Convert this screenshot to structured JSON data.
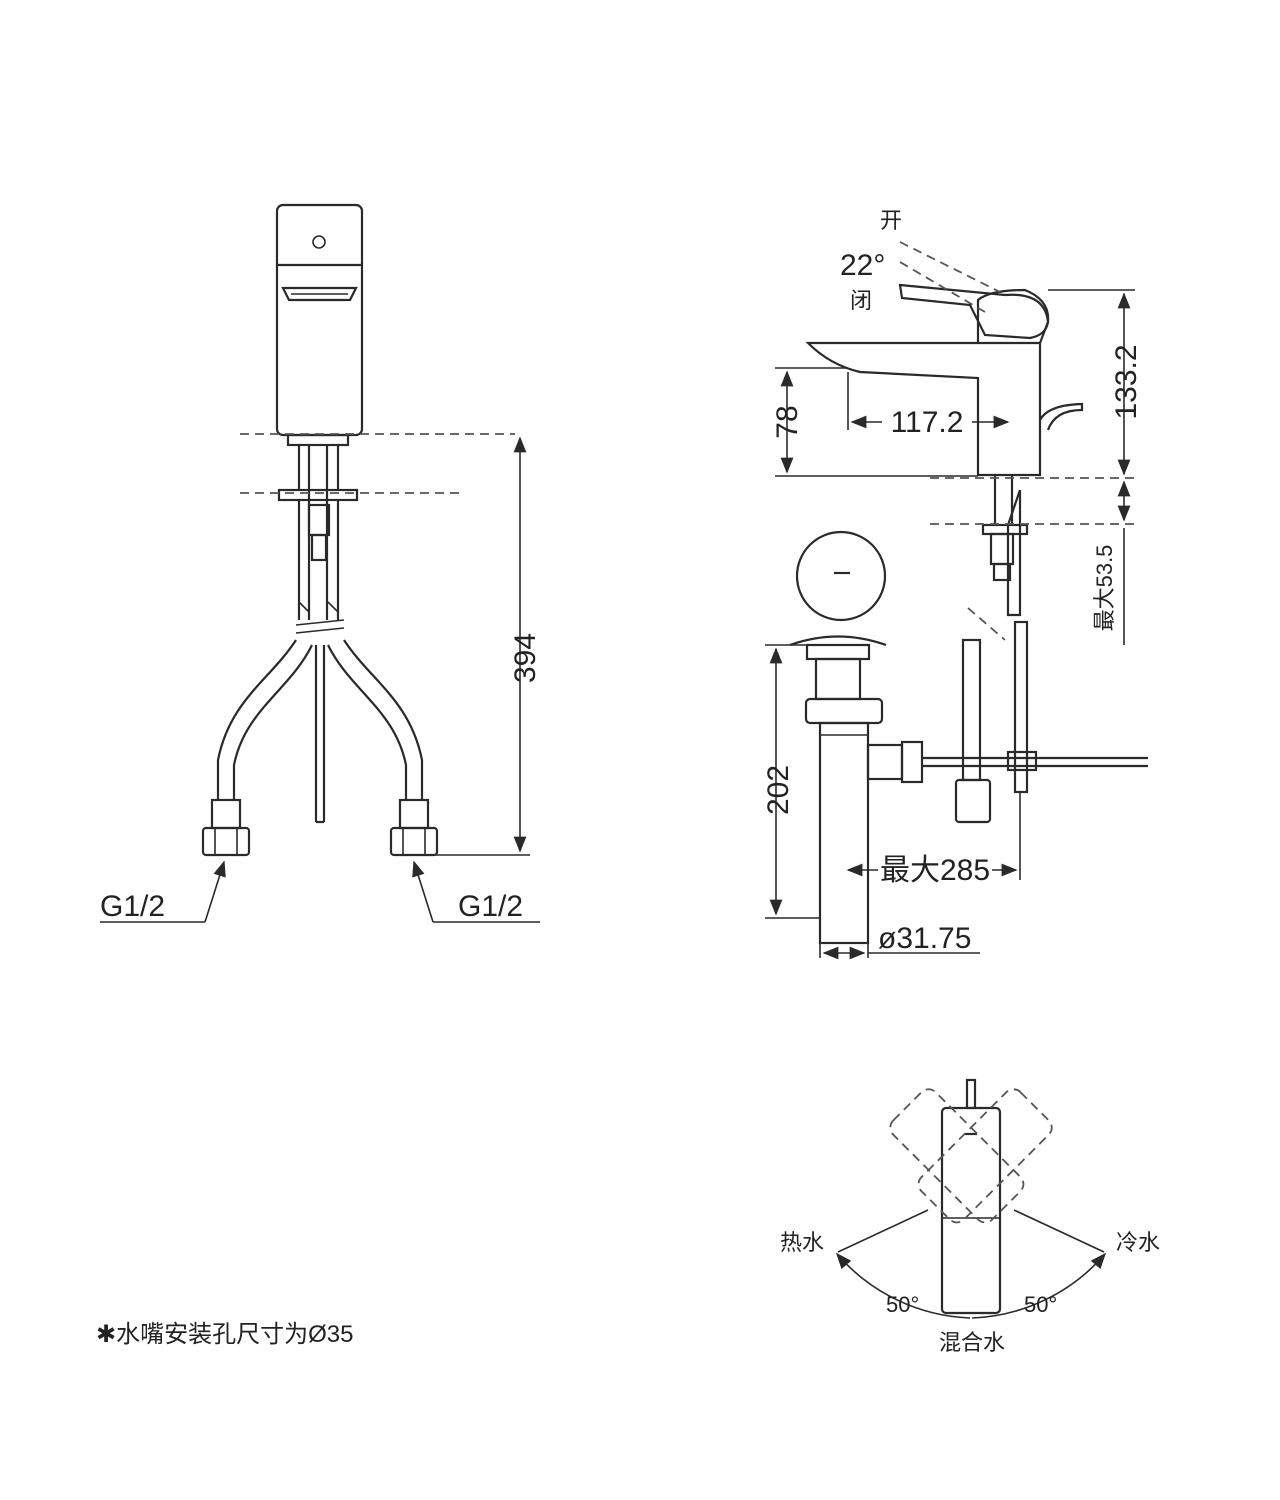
{
  "front_view": {
    "dims": {
      "height": "394"
    },
    "connector_left": "G1/2",
    "connector_right": "G1/2"
  },
  "side_view": {
    "lever": {
      "open": "开",
      "closed": "闭",
      "angle": "22°"
    },
    "dims": {
      "total_height": "133.2",
      "spout_height": "78",
      "spout_reach": "117.2",
      "max_thickness": "最大53.5",
      "drain_height": "202",
      "max_link": "最大285",
      "drain_diameter": "ø31.75"
    }
  },
  "top_view": {
    "hot": "热水",
    "cold": "冷水",
    "mixed": "混合水",
    "hot_angle": "50°",
    "cold_angle": "50°"
  },
  "footnote": "✱水嘴安装孔尺寸为Ø35"
}
